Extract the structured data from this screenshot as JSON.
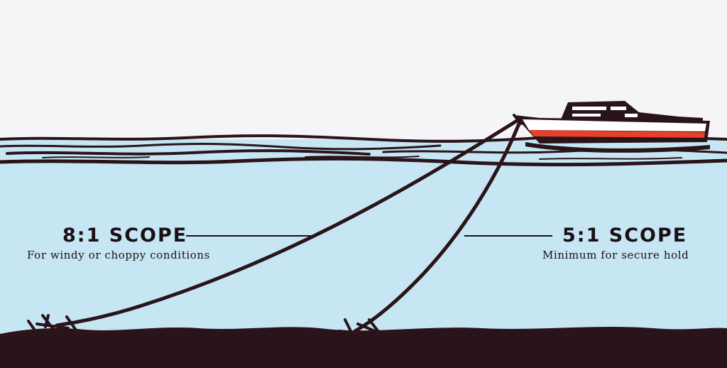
{
  "colors": {
    "sky": "#f5f5f7",
    "water": "#c6e6f4",
    "ink": "#2a141a",
    "hull_stripe": "#e8402a",
    "hull": "#ffffff"
  },
  "scopes": {
    "left": {
      "title": "8:1 SCOPE",
      "subtitle": "For windy or choppy conditions"
    },
    "right": {
      "title": "5:1 SCOPE",
      "subtitle": "Minimum for secure hold"
    }
  }
}
